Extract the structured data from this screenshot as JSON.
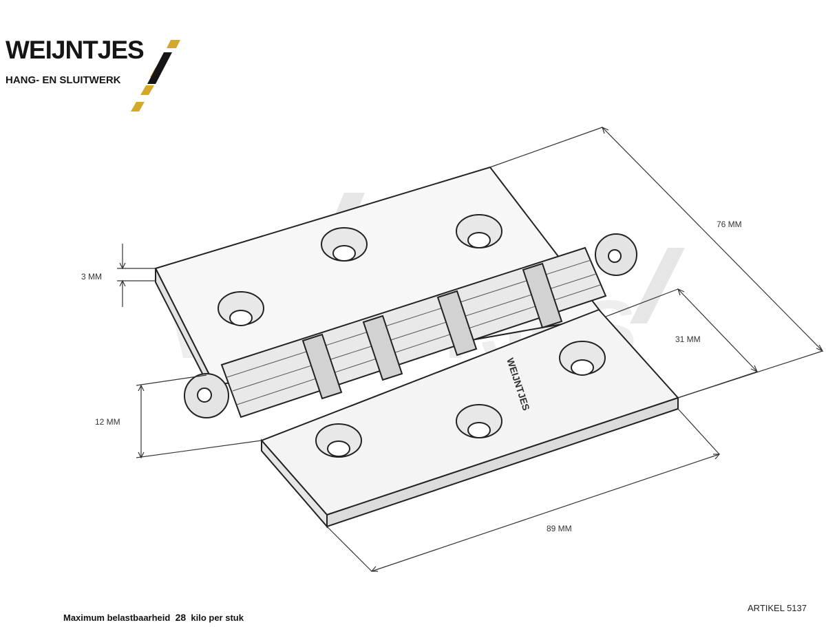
{
  "brand": {
    "name": "WEIJNTJES",
    "tagline": "HANG- EN SLUITWERK",
    "accent_color": "#d4a92a"
  },
  "dimensions": {
    "thickness": "3 MM",
    "knuckle_diameter": "12 MM",
    "height": "76 MM",
    "hole_spacing": "31 MM",
    "width": "89 MM"
  },
  "footer": {
    "load_prefix": "Maximum belastbaarheid",
    "load_value": "28",
    "load_suffix": "kilo per stuk",
    "article": "ARTIKEL 5137"
  },
  "hinge_stamp": "WEIJNTJES"
}
